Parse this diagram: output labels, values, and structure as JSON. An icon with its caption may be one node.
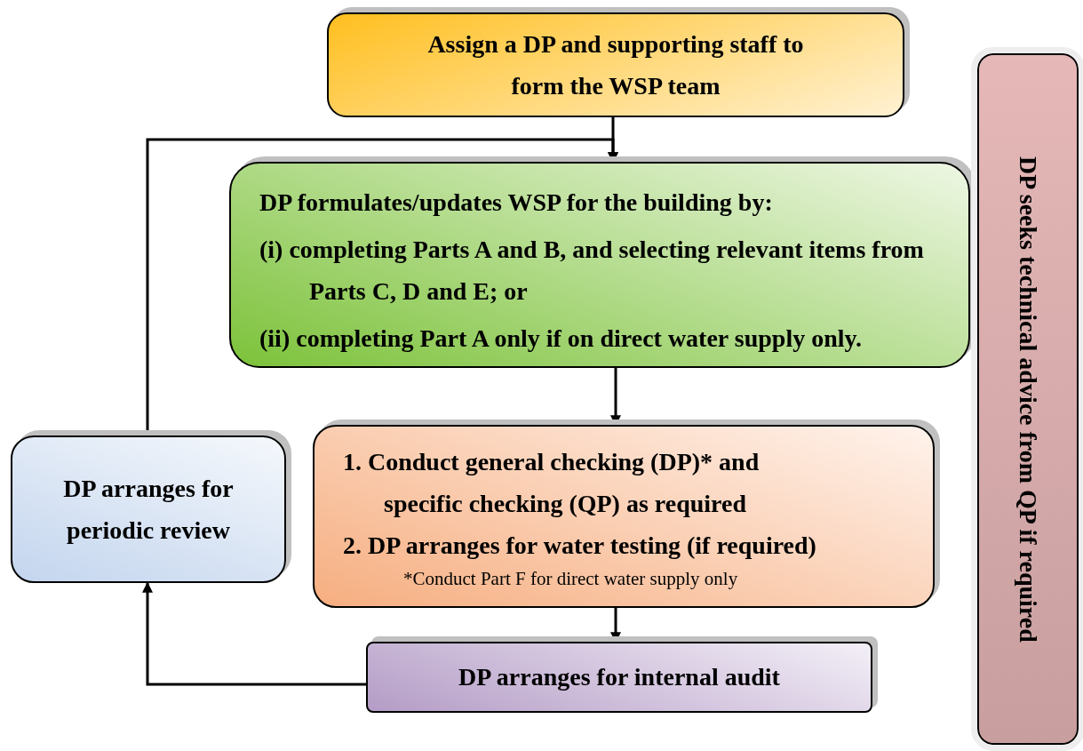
{
  "diagram": {
    "nodes": [
      {
        "text": [
          "Assign a DP and supporting staff to form the WSP team"
        ]
      },
      {
        "text": [
          "DP formulates/updates WSP for the building by:",
          "(i) completing Parts A and B, and selecting relevant items from Parts C, D and E; or",
          "(ii) completing Part A only if on direct water supply only."
        ]
      },
      {
        "text": [
          "1. Conduct general checking (DP)* and specific checking (QP) as required",
          "2. DP arranges for water testing (if required)",
          "*Conduct Part F for direct water supply only"
        ]
      },
      {
        "text": [
          "DP arranges for internal audit"
        ]
      },
      {
        "text": [
          "DP arranges for periodic review"
        ]
      },
      {
        "text": [
          "DP seeks technical advice from QP if required"
        ]
      }
    ],
    "edges": [
      {
        "from": 0,
        "to": 1,
        "arrow": "to"
      },
      {
        "from": 1,
        "to": 2,
        "arrow": "to"
      },
      {
        "from": 2,
        "to": 3,
        "arrow": "to"
      },
      {
        "from": 3,
        "to": 4,
        "arrow": "to"
      },
      {
        "from": 4,
        "to": 1,
        "arrow": "to"
      }
    ]
  }
}
